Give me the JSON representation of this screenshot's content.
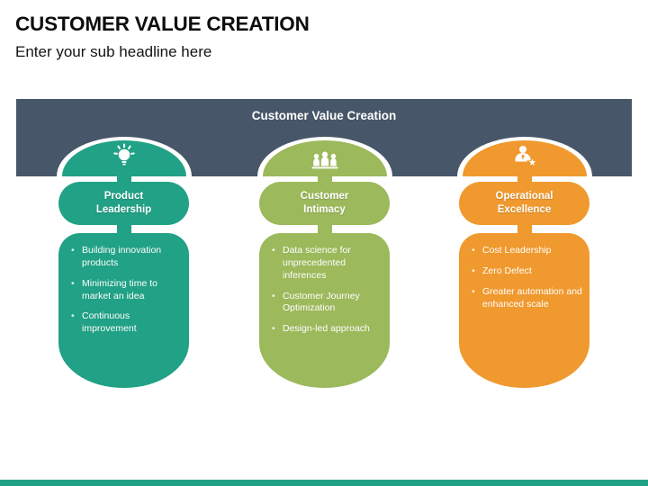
{
  "slide": {
    "title": "CUSTOMER VALUE CREATION",
    "subtitle": "Enter your sub headline here"
  },
  "banner": {
    "title": "Customer Value Creation",
    "color": "#475668"
  },
  "footer": {
    "bar_color": "#21a185"
  },
  "columns": [
    {
      "label": "Product Leadership",
      "icon": "lightbulb-icon",
      "color": "#21a185",
      "bullets": [
        "Building innovation products",
        "Minimizing time to market an idea",
        "Continuous improvement"
      ]
    },
    {
      "label": "Customer Intimacy",
      "icon": "team-icon",
      "color": "#9cb95b",
      "bullets": [
        "Data science for unprecedented inferences",
        "Customer Journey Optimization",
        "Design-led approach"
      ]
    },
    {
      "label": "Operational Excellence",
      "icon": "person-star-icon",
      "color": "#f0992e",
      "bullets": [
        "Cost Leadership",
        "Zero Defect",
        "Greater automation and enhanced scale"
      ]
    }
  ]
}
